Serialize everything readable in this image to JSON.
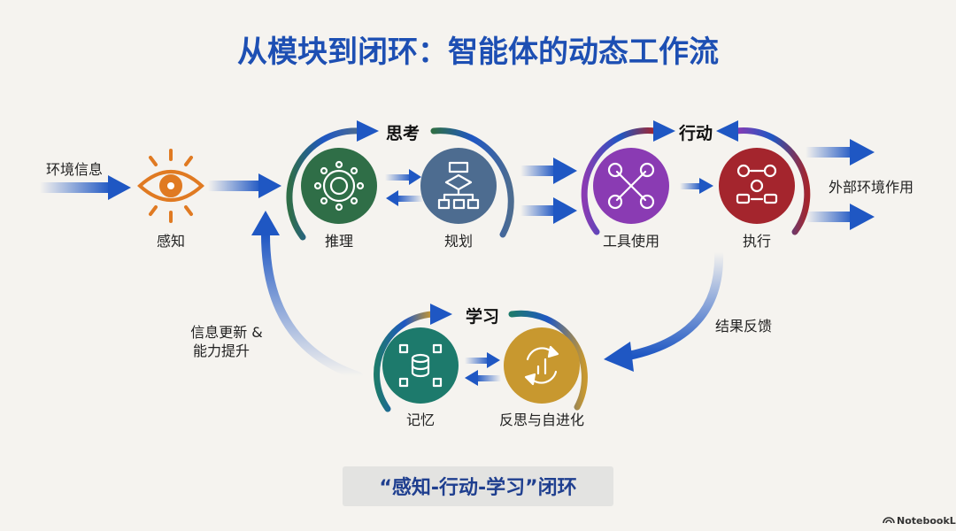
{
  "title": "从模块到闭环：智能体的动态工作流",
  "input_label": "环境信息",
  "nodes": {
    "perception": {
      "label": "感知",
      "color": "#e07a22",
      "icon": "eye-icon"
    },
    "reasoning": {
      "label": "推理",
      "color": "#2f6e47",
      "icon": "network-gear-icon"
    },
    "planning": {
      "label": "规划",
      "color": "#4d6c90",
      "icon": "flowchart-icon"
    },
    "tool_use": {
      "label": "工具使用",
      "color": "#8a3bb3",
      "icon": "wrenches-icon"
    },
    "execution": {
      "label": "执行",
      "color": "#a4252d",
      "icon": "robots-gears-icon"
    },
    "memory": {
      "label": "记忆",
      "color": "#1d7a6c",
      "icon": "database-icon"
    },
    "reflection": {
      "label": "反思与自进化",
      "color": "#c8982f",
      "icon": "refresh-up-icon"
    }
  },
  "groups": {
    "thinking": "思考",
    "action": "行动",
    "learning": "学习"
  },
  "output_label": "外部环境作用",
  "feedback_label": "结果反馈",
  "update_label_line1": "信息更新 &",
  "update_label_line2": "能力提升",
  "loop_caption": "“感知-行动-学习”闭环",
  "footer": "NotebookLM",
  "colors": {
    "arrow_blue": "#1f57c3",
    "title_blue": "#1d4fb3"
  }
}
